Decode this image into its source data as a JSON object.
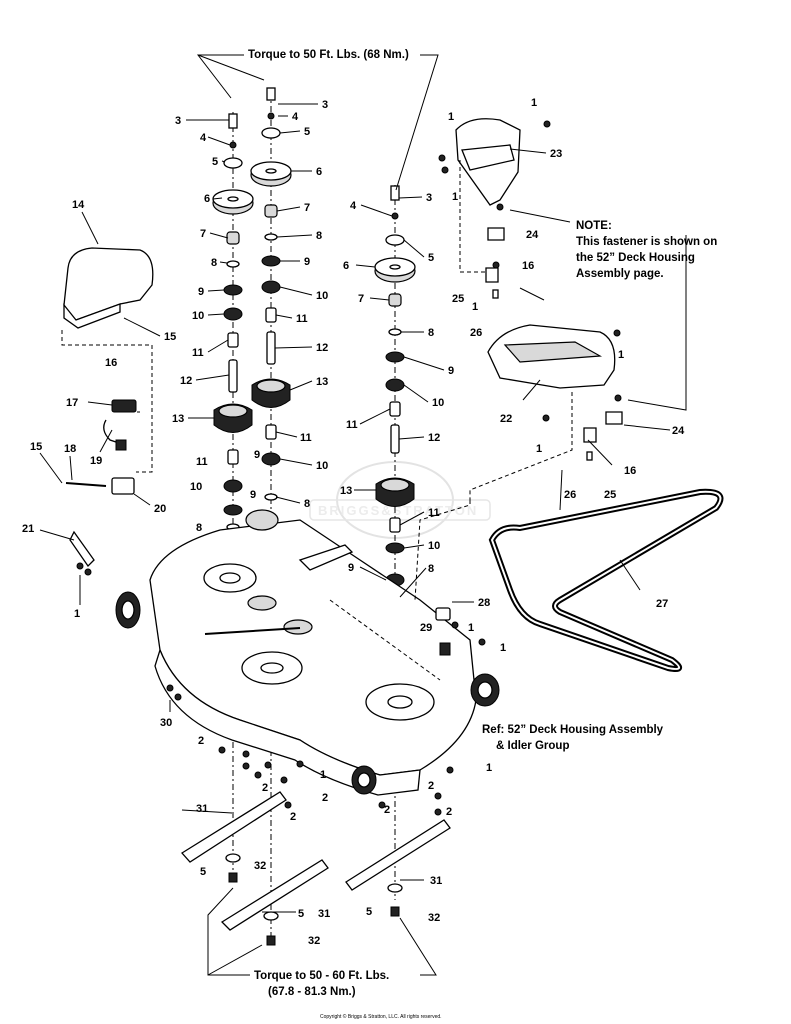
{
  "notes": {
    "torque_top": "Torque to 50 Ft. Lbs. (68 Nm.)",
    "note_title": "NOTE:",
    "note_line1": "This fastener is shown on",
    "note_line2": "the 52” Deck Housing",
    "note_line3": "Assembly page.",
    "ref_line1": "Ref: 52” Deck Housing Assembly",
    "ref_line2": "& Idler Group",
    "torque_bottom_1": "Torque to 50 - 60 Ft. Lbs.",
    "torque_bottom_2": "(67.8 - 81.3 Nm.)",
    "copyright": "Copyright © Briggs & Stratton, LLC. All rights reserved."
  },
  "watermark": "BRIGGS&STRATTON",
  "callouts": [
    {
      "text": "3"
    },
    {
      "text": "4"
    },
    {
      "text": "5"
    },
    {
      "text": "6"
    },
    {
      "text": "7"
    },
    {
      "text": "8"
    },
    {
      "text": "9"
    },
    {
      "text": "10"
    },
    {
      "text": "11"
    },
    {
      "text": "12"
    },
    {
      "text": "13"
    },
    {
      "text": "11"
    },
    {
      "text": "9"
    },
    {
      "text": "10"
    },
    {
      "text": "9"
    },
    {
      "text": "8"
    },
    {
      "text": "3"
    },
    {
      "text": "4"
    },
    {
      "text": "5"
    },
    {
      "text": "6"
    },
    {
      "text": "7"
    },
    {
      "text": "8"
    },
    {
      "text": "9"
    },
    {
      "text": "10"
    },
    {
      "text": "11"
    },
    {
      "text": "12"
    },
    {
      "text": "13"
    },
    {
      "text": "11"
    },
    {
      "text": "10"
    },
    {
      "text": "8"
    },
    {
      "text": "3"
    },
    {
      "text": "4"
    },
    {
      "text": "5"
    },
    {
      "text": "6"
    },
    {
      "text": "7"
    },
    {
      "text": "8"
    },
    {
      "text": "9"
    },
    {
      "text": "10"
    },
    {
      "text": "11"
    },
    {
      "text": "12"
    },
    {
      "text": "13"
    },
    {
      "text": "11"
    },
    {
      "text": "10"
    },
    {
      "text": "9"
    },
    {
      "text": "8"
    },
    {
      "text": "14"
    },
    {
      "text": "15"
    },
    {
      "text": "16"
    },
    {
      "text": "17"
    },
    {
      "text": "15"
    },
    {
      "text": "18"
    },
    {
      "text": "19"
    },
    {
      "text": "20"
    },
    {
      "text": "21"
    },
    {
      "text": "1"
    },
    {
      "text": "1"
    },
    {
      "text": "1"
    },
    {
      "text": "1"
    },
    {
      "text": "23"
    },
    {
      "text": "1"
    },
    {
      "text": "24"
    },
    {
      "text": "16"
    },
    {
      "text": "25"
    },
    {
      "text": "26"
    },
    {
      "text": "1"
    },
    {
      "text": "22"
    },
    {
      "text": "24"
    },
    {
      "text": "1"
    },
    {
      "text": "16"
    },
    {
      "text": "26"
    },
    {
      "text": "25"
    },
    {
      "text": "27"
    },
    {
      "text": "28"
    },
    {
      "text": "29"
    },
    {
      "text": "1"
    },
    {
      "text": "1"
    },
    {
      "text": "30"
    },
    {
      "text": "2"
    },
    {
      "text": "2"
    },
    {
      "text": "1"
    },
    {
      "text": "2"
    },
    {
      "text": "2"
    },
    {
      "text": "1"
    },
    {
      "text": "2"
    },
    {
      "text": "2"
    },
    {
      "text": "2"
    },
    {
      "text": "31"
    },
    {
      "text": "5"
    },
    {
      "text": "32"
    },
    {
      "text": "5"
    },
    {
      "text": "31"
    },
    {
      "text": "32"
    },
    {
      "text": "31"
    },
    {
      "text": "5"
    },
    {
      "text": "32"
    }
  ]
}
